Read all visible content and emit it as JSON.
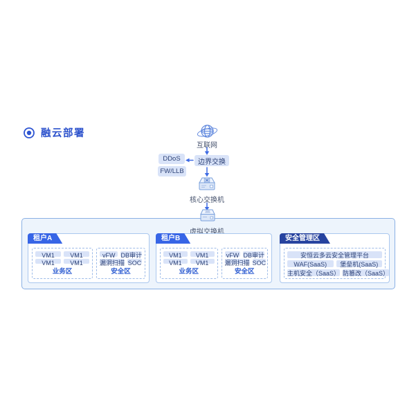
{
  "title": "融云部署",
  "flow": {
    "internet": "互联网",
    "edge_switch": "边界交换",
    "ddos": "DDoS",
    "fw_llb": "FW/LLB",
    "core_switch": "核心交换机",
    "virtual_switch": "虚拟交换机"
  },
  "panel": {
    "tenants": [
      {
        "name": "租户A",
        "business_zone": {
          "label": "业务区",
          "vms": [
            "VM1",
            "VM1",
            "VM1",
            "VM1"
          ]
        },
        "security_zone": {
          "label": "安全区",
          "items": [
            "vFW",
            "DB审计",
            "漏洞扫描",
            "SOC"
          ]
        }
      },
      {
        "name": "租户B",
        "business_zone": {
          "label": "业务区",
          "vms": [
            "VM1",
            "VM1",
            "VM1",
            "VM1"
          ]
        },
        "security_zone": {
          "label": "安全区",
          "items": [
            "vFW",
            "DB审计",
            "漏洞扫描",
            "SOC"
          ]
        }
      }
    ],
    "security_mgmt": {
      "name": "安全管理区",
      "platform": "安恒云多云安全管理平台",
      "services": [
        "WAF(SaaS)",
        "堡垒机(SaaS)",
        "主机安全（SaaS）",
        "防篡改（SaaS）"
      ]
    }
  },
  "colors": {
    "tenant_tab": "#3765e6",
    "mgmt_tab": "#27439f",
    "chip_bg": "#d9e3f8",
    "chip_text": "#2d4277",
    "panel_bg": "#edf4fc",
    "arrow": "#3e6be4",
    "title": "#2b51cc",
    "zone_label": "#2f5ed2"
  }
}
